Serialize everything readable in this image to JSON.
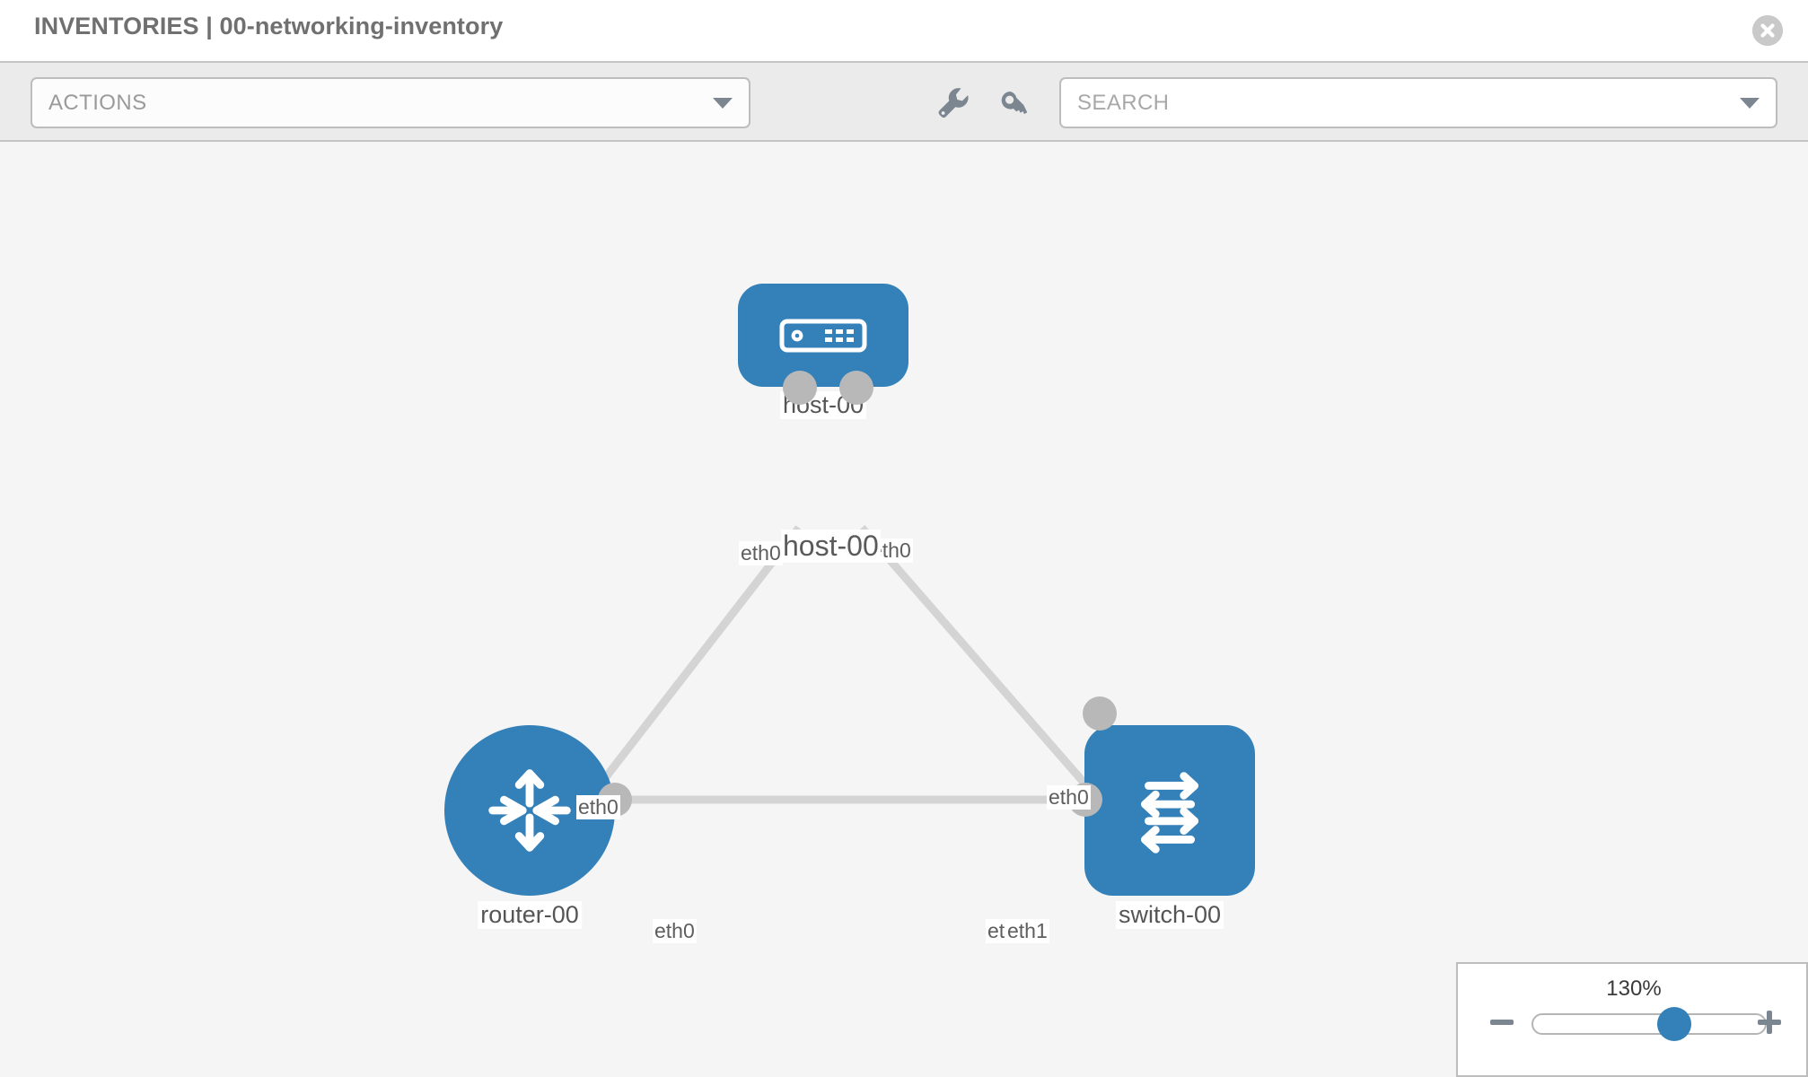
{
  "header": {
    "title": "INVENTORIES | 00-networking-inventory",
    "close_icon": "close-circle-icon"
  },
  "toolbar": {
    "actions": {
      "label": "ACTIONS",
      "caret_icon": "chevron-down-icon"
    },
    "search": {
      "placeholder": "SEARCH",
      "value": "",
      "caret_icon": "chevron-down-icon"
    },
    "wrench_icon": "wrench-icon",
    "key_icon": "key-icon"
  },
  "topology": {
    "nodes": [
      {
        "id": "host-00",
        "label": "host-00",
        "icon": "server-icon",
        "shape": "rounded-rect"
      },
      {
        "id": "router-00",
        "label": "router-00",
        "icon": "router-arrows-icon",
        "shape": "circle"
      },
      {
        "id": "switch-00",
        "label": "switch-00",
        "icon": "switch-arrows-icon",
        "shape": "rounded-square"
      }
    ],
    "links": [
      {
        "from": "host-00",
        "to": "router-00",
        "from_iface": "eth0",
        "to_iface": "eth0"
      },
      {
        "from": "host-00",
        "to": "switch-00",
        "from_iface": "eth0",
        "to_iface": "eth0"
      },
      {
        "from": "router-00",
        "to": "switch-00",
        "from_iface": "eth0",
        "to_iface": "eth1"
      }
    ],
    "iface_labels": {
      "host_left": "eth0",
      "host_right": "eth0",
      "router_up": "eth0",
      "switch_up": "eth0",
      "router_right": "eth0",
      "switch_left_a": "eth",
      "switch_left_b": "eth1"
    }
  },
  "zoom_control": {
    "value_label": "130%",
    "minus_icon": "minus-icon",
    "plus_icon": "plus-icon"
  },
  "colors": {
    "node_blue": "#3381b8",
    "canvas_bg": "#f5f5f5",
    "toolbar_bg": "#ebebeb",
    "link_gray": "#d4d4d4",
    "endpoint_gray": "#b8b8b8",
    "title_gray": "#707070"
  }
}
